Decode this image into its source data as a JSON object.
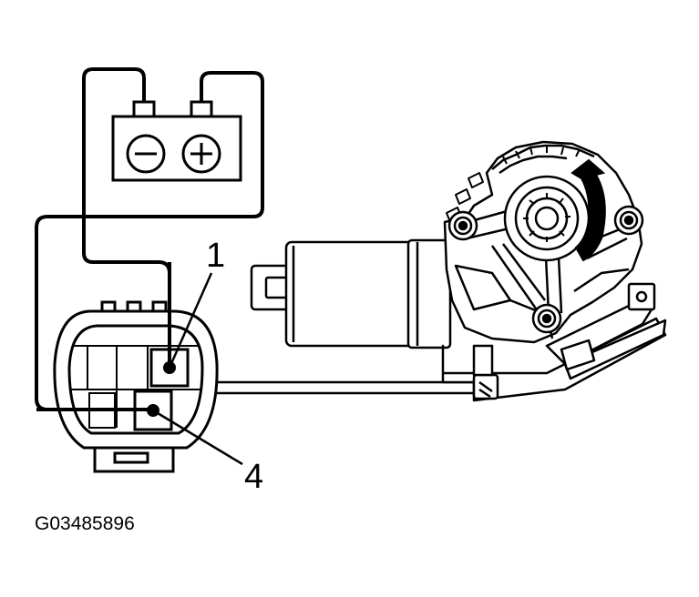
{
  "diagram": {
    "callouts": [
      {
        "id": "pin-1",
        "label": "1"
      },
      {
        "id": "pin-4",
        "label": "4"
      }
    ],
    "battery": {
      "negative_symbol": "−",
      "positive_symbol": "+"
    },
    "figure_id": "G03485896",
    "colors": {
      "ink": "#000000",
      "background": "#ffffff"
    }
  }
}
